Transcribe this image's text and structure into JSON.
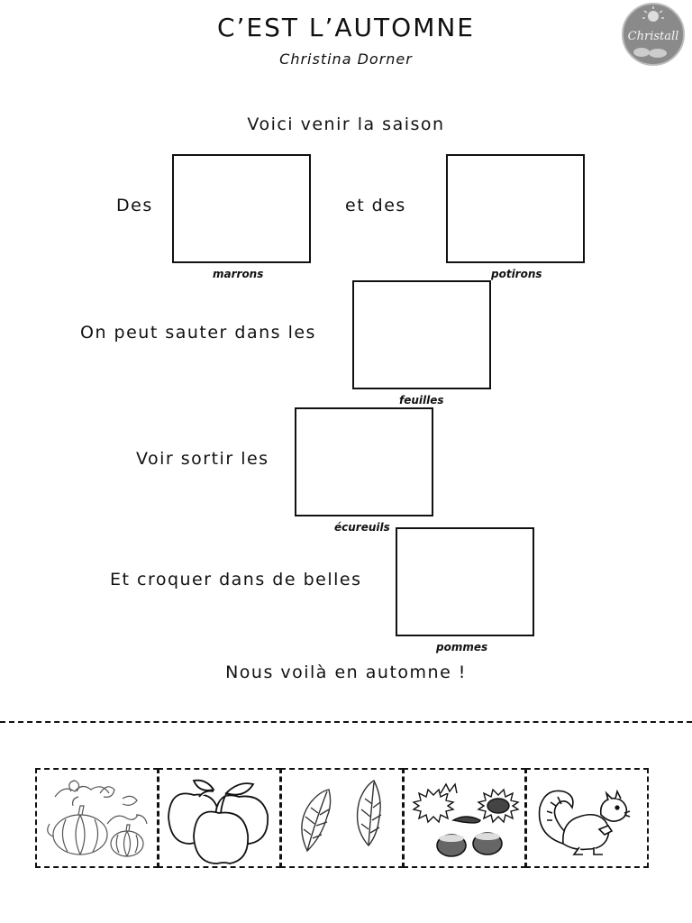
{
  "header": {
    "title": "C’EST L’AUTOMNE",
    "author": "Christina Dorner",
    "logo_text": "Christall"
  },
  "poem": {
    "intro": "Voici venir la saison",
    "line1_start": "Des",
    "line1_middle": "et des",
    "line2": "On peut sauter dans les",
    "line3": "Voir sortir les",
    "line4": "Et croquer dans de belles",
    "outro": "Nous voilà en automne !"
  },
  "captions": {
    "marrons": "marrons",
    "potirons": "potirons",
    "feuilles": "feuilles",
    "ecureuils": "écureuils",
    "pommes": "pommes"
  },
  "cutouts": [
    {
      "icon": "pumpkin-icon"
    },
    {
      "icon": "apples-icon"
    },
    {
      "icon": "leaves-icon"
    },
    {
      "icon": "chestnuts-icon"
    },
    {
      "icon": "squirrel-icon"
    }
  ]
}
